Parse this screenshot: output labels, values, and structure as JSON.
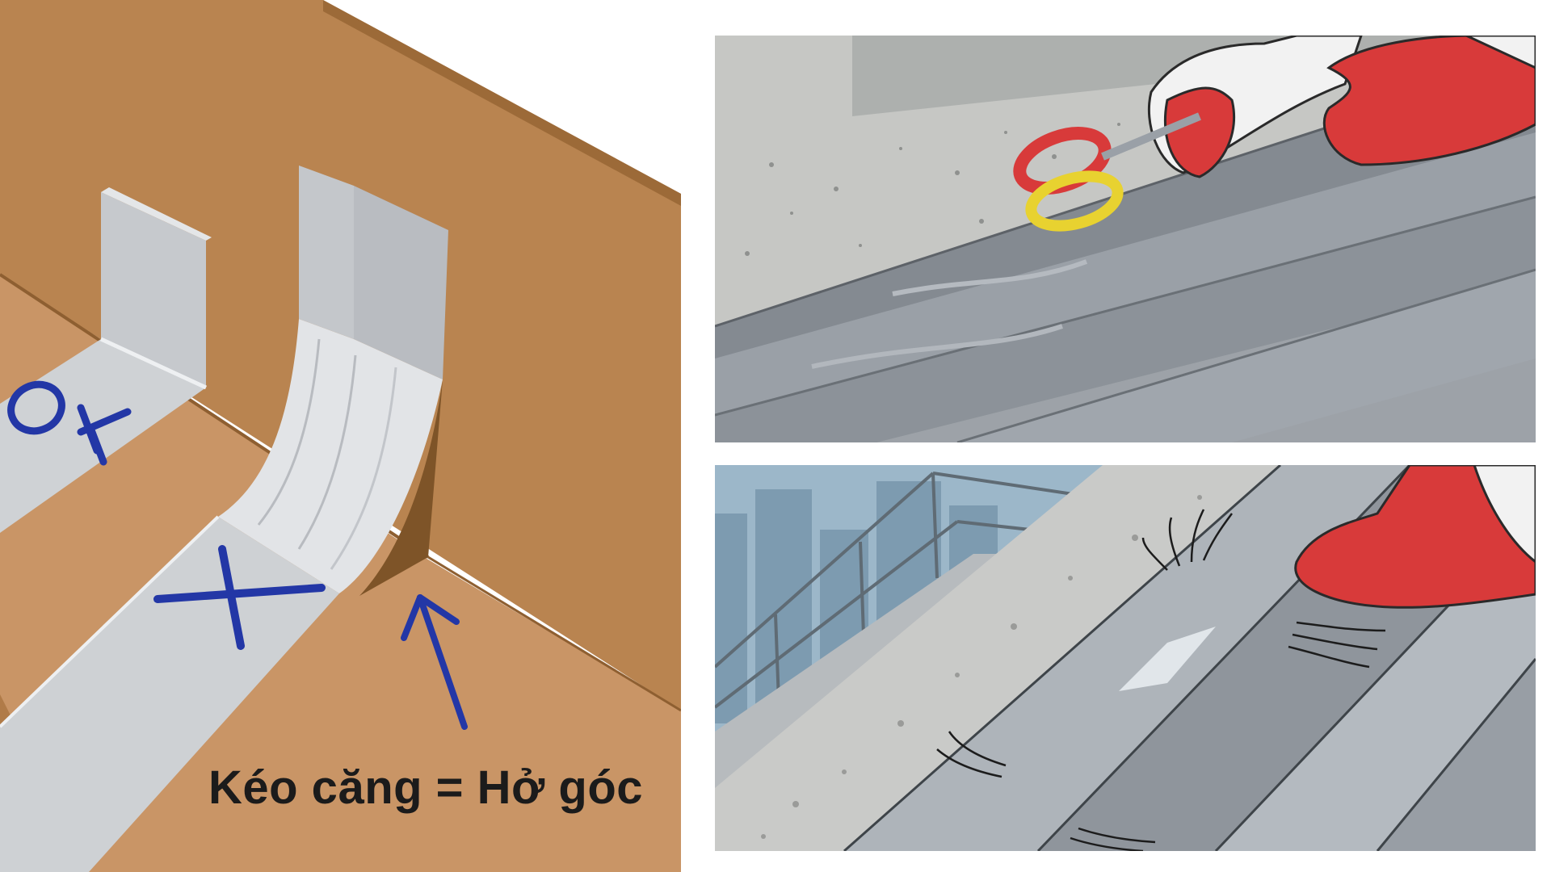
{
  "illustration_left": {
    "mark_ok": "OK",
    "mark_x": "X",
    "caption": "Kéo căng = Hở góc"
  },
  "colors": {
    "cardboard": "#c28d5c",
    "cardboard_dark": "#a6733f",
    "tape": "#c9ccd0",
    "marker_blue": "#2337a6",
    "glove_red": "#d83a3a",
    "scissors_yellow": "#e8d230",
    "membrane_grey": "#8e9399",
    "concrete": "#c4c5c3"
  },
  "icons": {
    "arrow": "arrow-up-icon",
    "scissors": "scissors-icon",
    "glove": "glove-icon"
  }
}
